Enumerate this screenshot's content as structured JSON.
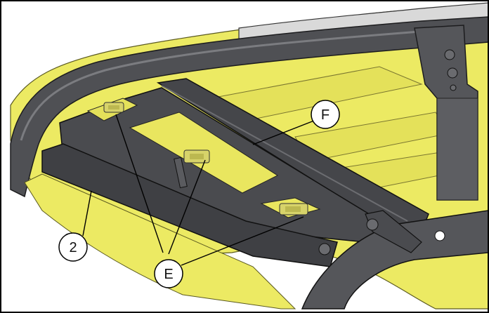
{
  "callouts": {
    "c2": "2",
    "cE": "E",
    "cF": "F"
  },
  "colors": {
    "body_yellow": "#ecea63",
    "body_yellow_dark": "#c9c43c",
    "frame_dark": "#4f5054",
    "frame_darker": "#3a3b3f",
    "frame_light": "#7b7c80",
    "chrome_light": "#d9d9d9",
    "border": "#000000"
  }
}
